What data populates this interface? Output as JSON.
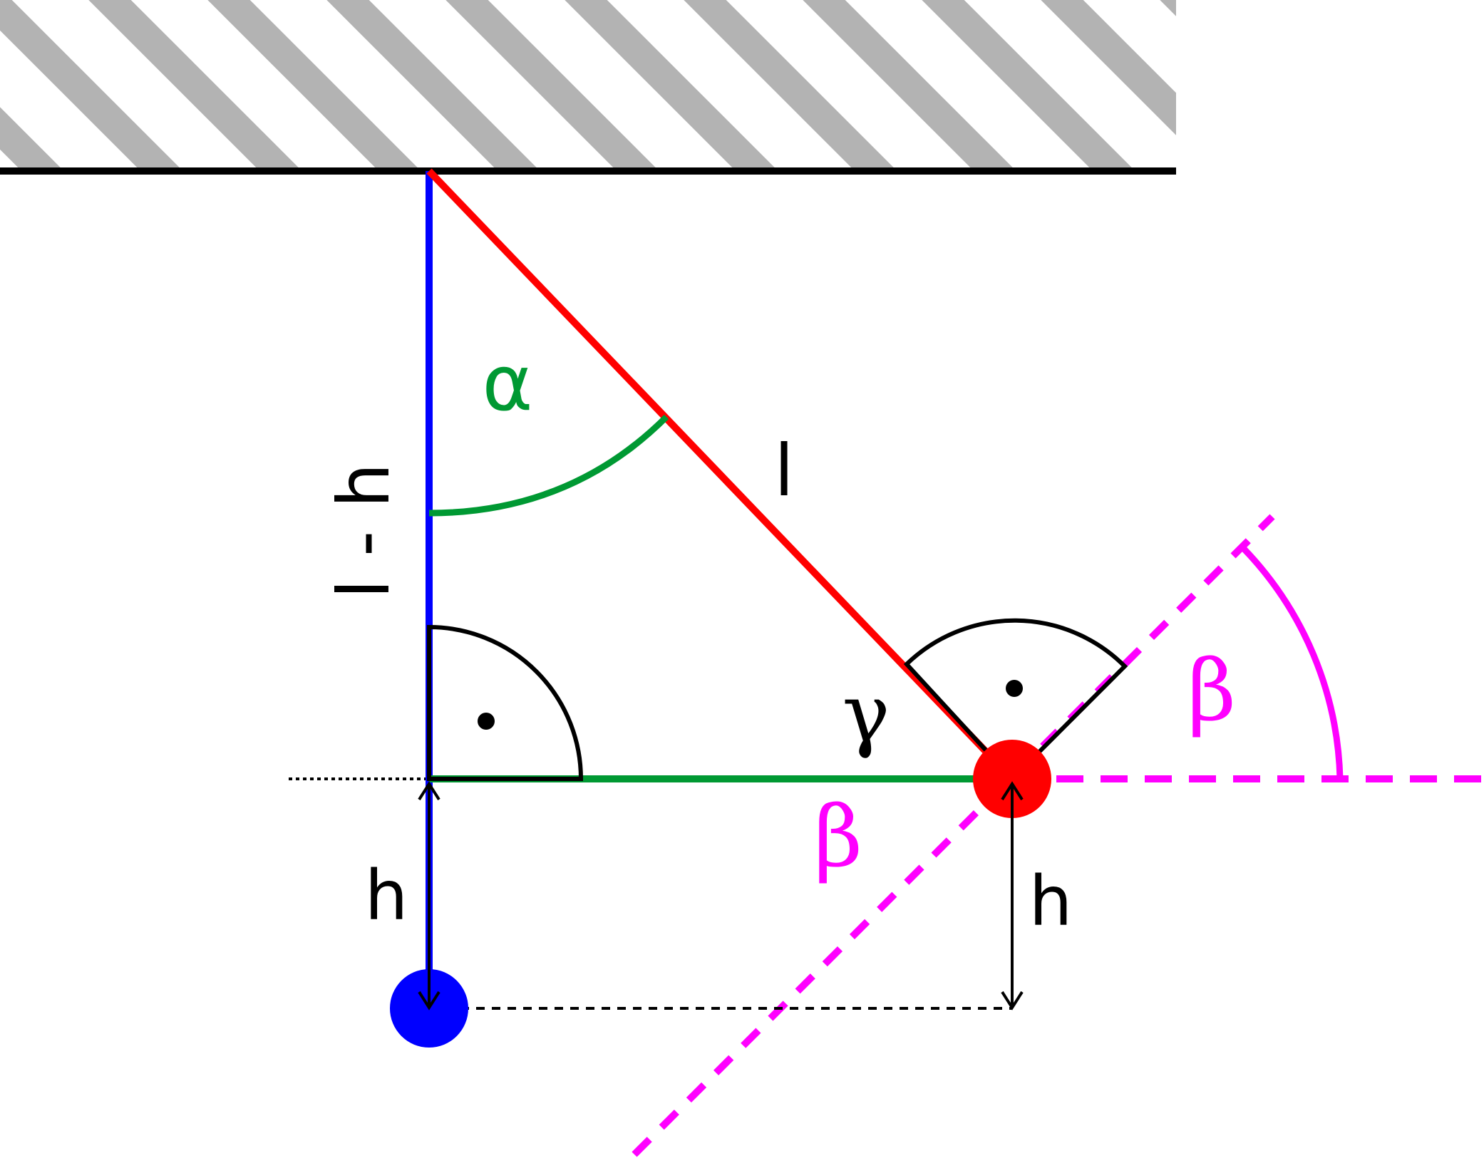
{
  "labels": {
    "alpha": "α",
    "l": "l",
    "l_minus_h": "l - h",
    "gamma": "γ",
    "beta_lower": "β",
    "beta_right": "β",
    "h_left": "h",
    "h_right": "h"
  },
  "colors": {
    "ceiling_hatch": "#b3b3b3",
    "ceiling_line": "#000000",
    "rope_vertical": "#0000ff",
    "rope_deflected": "#ff0000",
    "angle_alpha": "#009933",
    "horizontal_segment": "#009933",
    "beta_lines": "#ff00ff",
    "bob_rest": "#0000ff",
    "bob_deflected": "#ff0000",
    "annotations": "#000000"
  }
}
